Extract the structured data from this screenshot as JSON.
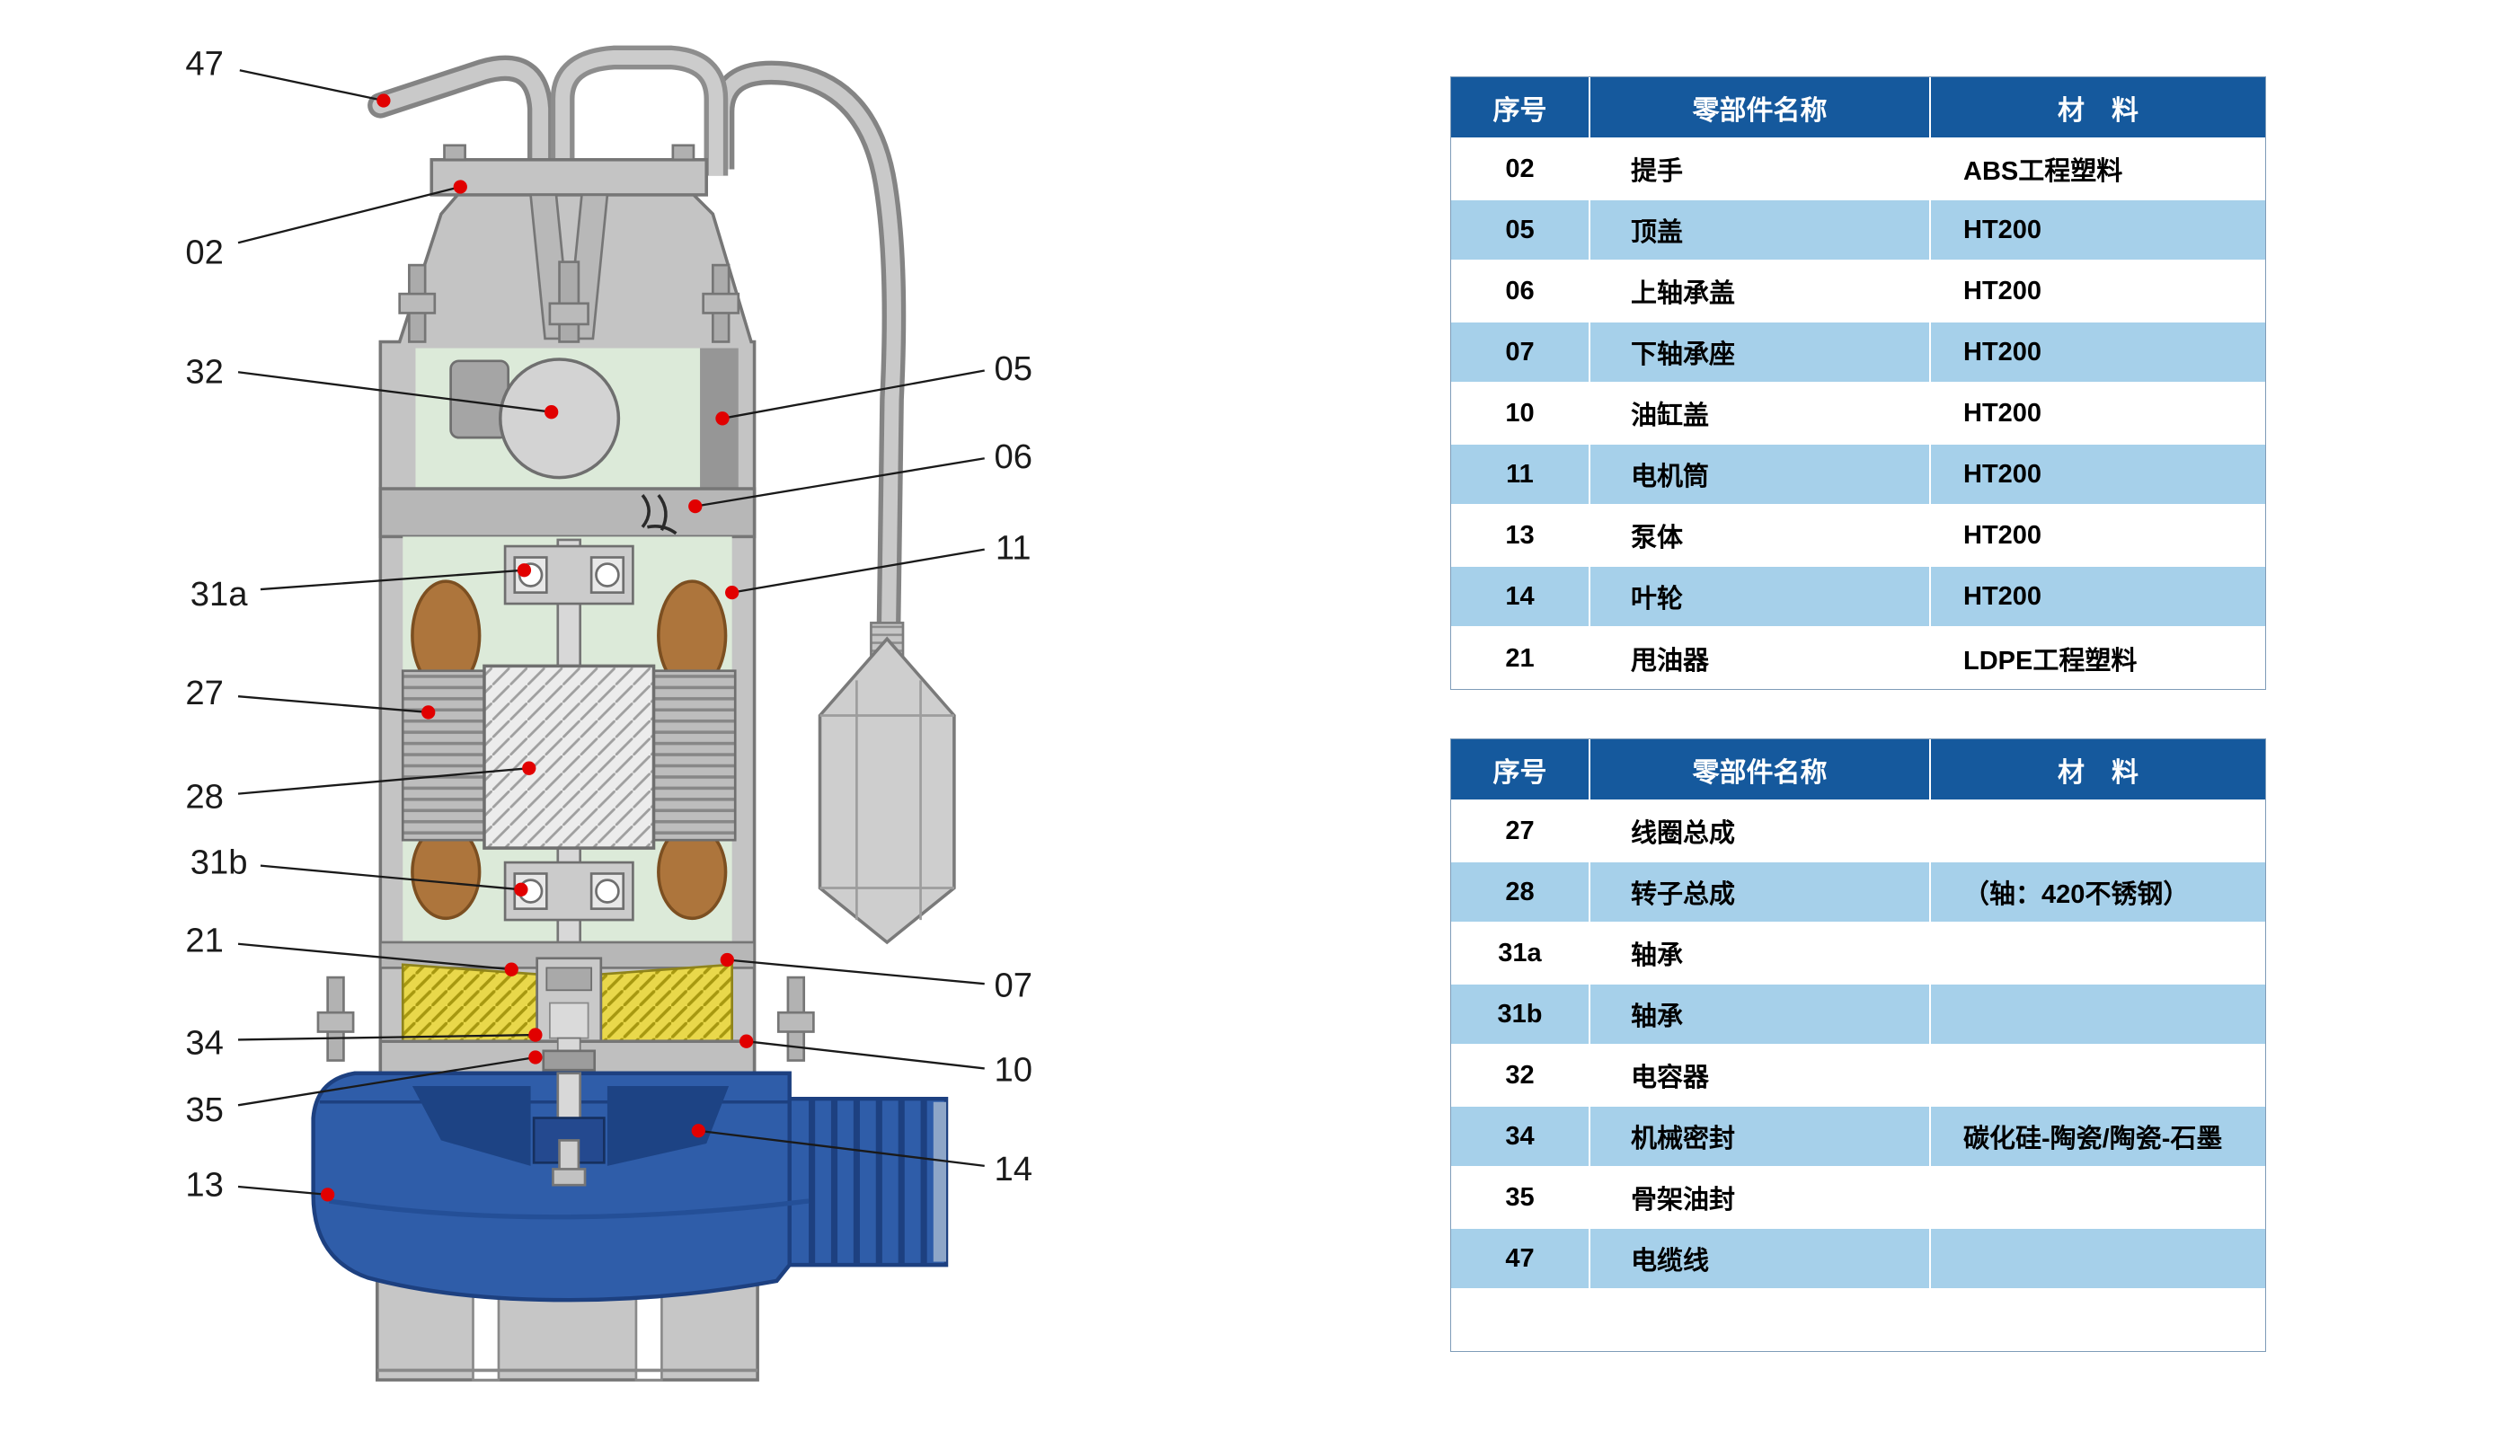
{
  "colors": {
    "table_header_bg": "#15599d",
    "table_header_text": "#ffffff",
    "row_alt_bg": "#a6d0ea",
    "row_bg": "#ffffff",
    "callout_dot": "#e10000"
  },
  "diagram": {
    "description": "submersible-pump-cross-section",
    "callouts": [
      {
        "id": "47",
        "label": "47"
      },
      {
        "id": "02",
        "label": "02"
      },
      {
        "id": "32",
        "label": "32"
      },
      {
        "id": "31a",
        "label": "31a"
      },
      {
        "id": "27",
        "label": "27"
      },
      {
        "id": "28",
        "label": "28"
      },
      {
        "id": "31b",
        "label": "31b"
      },
      {
        "id": "21",
        "label": "21"
      },
      {
        "id": "34",
        "label": "34"
      },
      {
        "id": "35",
        "label": "35"
      },
      {
        "id": "13",
        "label": "13"
      },
      {
        "id": "05",
        "label": "05"
      },
      {
        "id": "06",
        "label": "06"
      },
      {
        "id": "11",
        "label": "11"
      },
      {
        "id": "07",
        "label": "07"
      },
      {
        "id": "10",
        "label": "10"
      },
      {
        "id": "14",
        "label": "14"
      }
    ]
  },
  "tables": [
    {
      "headers": [
        "序号",
        "零部件名称",
        "材　料"
      ],
      "rows": [
        [
          "02",
          "提手",
          "ABS工程塑料"
        ],
        [
          "05",
          "顶盖",
          "HT200"
        ],
        [
          "06",
          "上轴承盖",
          "HT200"
        ],
        [
          "07",
          "下轴承座",
          "HT200"
        ],
        [
          "10",
          "油缸盖",
          "HT200"
        ],
        [
          "11",
          "电机筒",
          "HT200"
        ],
        [
          "13",
          "泵体",
          "HT200"
        ],
        [
          "14",
          "叶轮",
          "HT200"
        ],
        [
          "21",
          "甩油器",
          "LDPE工程塑料"
        ]
      ]
    },
    {
      "headers": [
        "序号",
        "零部件名称",
        "材　料"
      ],
      "rows": [
        [
          "27",
          "线圈总成",
          ""
        ],
        [
          "28",
          "转子总成",
          "（轴：420不锈钢）"
        ],
        [
          "31a",
          "轴承",
          ""
        ],
        [
          "31b",
          "轴承",
          ""
        ],
        [
          "32",
          "电容器",
          ""
        ],
        [
          "34",
          "机械密封",
          "碳化硅-陶瓷/陶瓷-石墨"
        ],
        [
          "35",
          "骨架油封",
          ""
        ],
        [
          "47",
          "电缆线",
          ""
        ],
        [
          "",
          "",
          ""
        ]
      ]
    }
  ]
}
